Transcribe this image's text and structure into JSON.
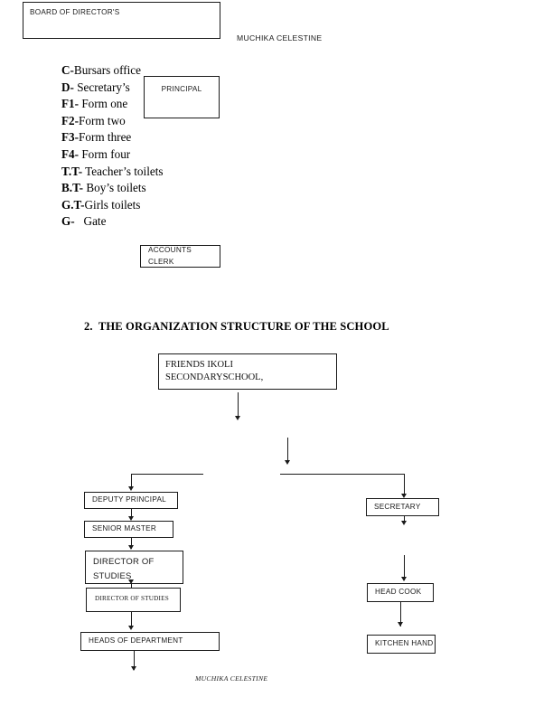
{
  "document": {
    "header_author": "MUCHIKA CELESTINE",
    "footer_author": "MUCHIKA CELESTINE",
    "section_heading": "2.  THE ORGANIZATION STRUCTURE OF THE SCHOOL"
  },
  "top_diagram": {
    "boxes": {
      "board": "BOARD OF DIRECTOR'S",
      "principal": "PRINCIPAL",
      "accounts_clerk": "ACCOUNTS CLERK"
    }
  },
  "legend": {
    "items": [
      {
        "key": "C-",
        "text": "Bursars office"
      },
      {
        "key": "D-",
        "text": " Secretary’s"
      },
      {
        "key": "F1-",
        "text": " Form one"
      },
      {
        "key": "F2-",
        "text": "Form two"
      },
      {
        "key": "F3-",
        "text": "Form three"
      },
      {
        "key": "F4-",
        "text": " Form four"
      },
      {
        "key": "T.T-",
        "text": " Teacher’s toilets"
      },
      {
        "key": "B.T-",
        "text": " Boy’s toilets"
      },
      {
        "key": "G.T-",
        "text": "Girls toilets"
      },
      {
        "key": "G-",
        "text": "   Gate"
      }
    ]
  },
  "org_chart": {
    "root": "FRIENDS IKOLI\nSECONDARYSCHOOL,",
    "left_branch": [
      "DEPUTY PRINCIPAL",
      "SENIOR MASTER",
      "DIRECTOR OF\nSTUDIES",
      "DIRECTOR OF STUDIES",
      "HEADS OF DEPARTMENT"
    ],
    "right_branch": [
      "SECRETARY",
      "HEAD COOK",
      "KITCHEN HAND"
    ]
  },
  "colors": {
    "ink": "#1a1a1a",
    "page": "#ffffff"
  }
}
